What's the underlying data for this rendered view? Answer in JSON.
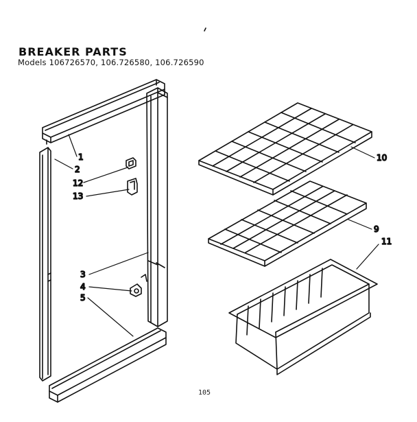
{
  "title": "BREAKER PARTS",
  "models": "Models 106726570, 106.726580, 106.726590",
  "page_number": "105",
  "callouts": {
    "c1": "1",
    "c2": "2",
    "c3": "3",
    "c4": "4",
    "c5": "5",
    "c9": "9",
    "c10": "10",
    "c11": "11",
    "c12": "12",
    "c13": "13"
  }
}
